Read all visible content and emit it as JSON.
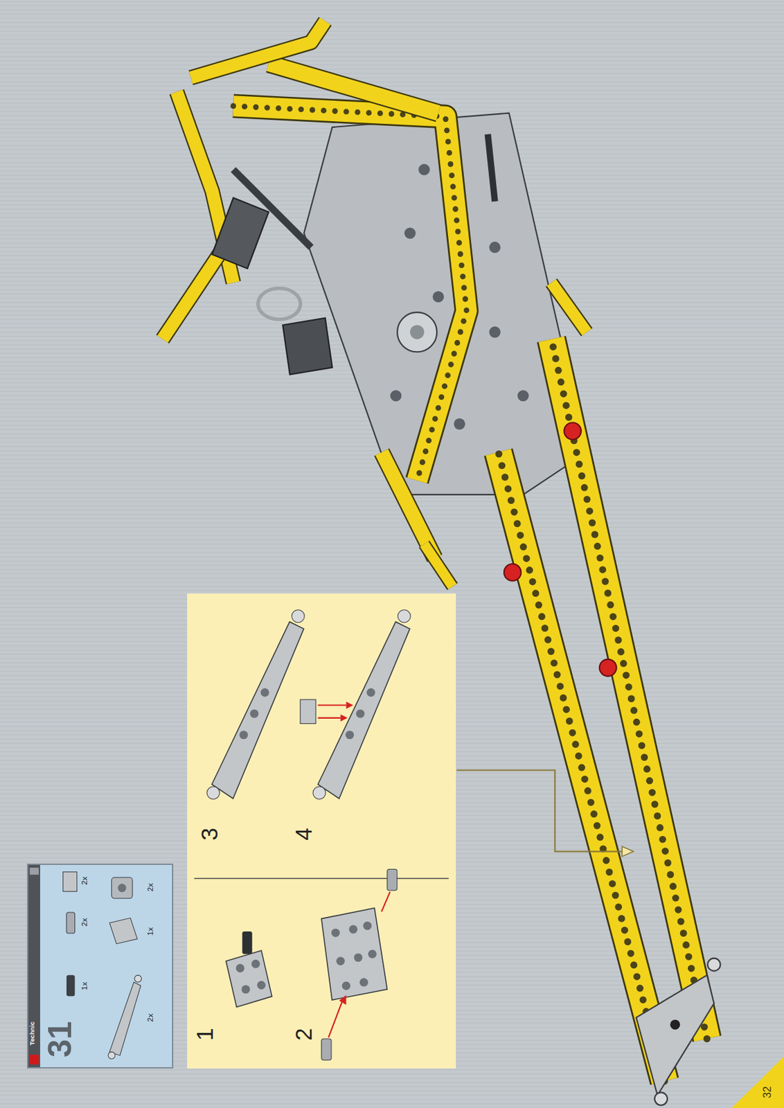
{
  "diagram": {
    "nodes": [
      {
        "text": [
          "Technic",
          "31",
          "1x",
          "2x",
          "2x",
          "1x",
          "2x",
          "2x"
        ]
      },
      {
        "text": [
          "1",
          "2",
          "3",
          "4"
        ]
      }
    ],
    "labels": [
      "32"
    ]
  }
}
